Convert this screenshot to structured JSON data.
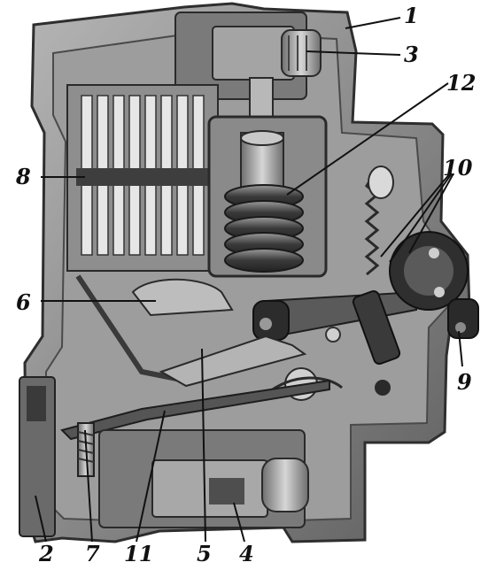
{
  "diagram": {
    "colors": {
      "housing": "#8d8d8d",
      "housing_dark": "#3c3c3c",
      "housing_light": "#c9c9c9",
      "metal": "#a9a9a9",
      "background": "#ffffff",
      "label": "#111111"
    },
    "components": [
      {
        "id": "1",
        "label": "1"
      },
      {
        "id": "2",
        "label": "2"
      },
      {
        "id": "3",
        "label": "3"
      },
      {
        "id": "4",
        "label": "4"
      },
      {
        "id": "5",
        "label": "5"
      },
      {
        "id": "6",
        "label": "6"
      },
      {
        "id": "7",
        "label": "7"
      },
      {
        "id": "8",
        "label": "8"
      },
      {
        "id": "9",
        "label": "9"
      },
      {
        "id": "10",
        "label": "10"
      },
      {
        "id": "11",
        "label": "11"
      },
      {
        "id": "12",
        "label": "12"
      }
    ]
  }
}
